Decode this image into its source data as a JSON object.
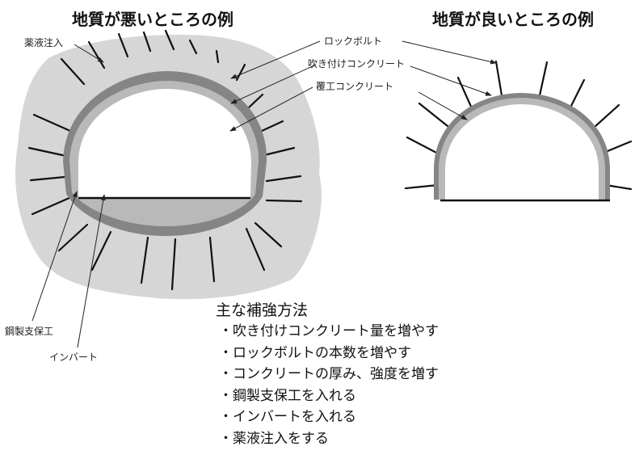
{
  "titles": {
    "bad_ground": "地質が悪いところの例",
    "good_ground": "地質が良いところの例"
  },
  "labels": {
    "chemical_grouting": "薬液注入",
    "rock_bolt": "ロックボルト",
    "shotcrete": "吹き付けコンクリート",
    "lining_concrete": "覆工コンクリート",
    "steel_support": "鋼製支保工",
    "invert": "インバート"
  },
  "methods": {
    "title": "主な補強方法",
    "items": [
      "吹き付けコンクリート量を増やす",
      "ロックボルトの本数を増やす",
      "コンクリートの厚み、強度を増す",
      "鋼製支保工を入れる",
      "インバートを入れる",
      "薬液注入をする"
    ]
  },
  "colors": {
    "grout_zone": "#d6d6d6",
    "shotcrete_layer": "#858585",
    "lining_layer": "#b9b9b9",
    "bolt_lines": "#111111"
  }
}
